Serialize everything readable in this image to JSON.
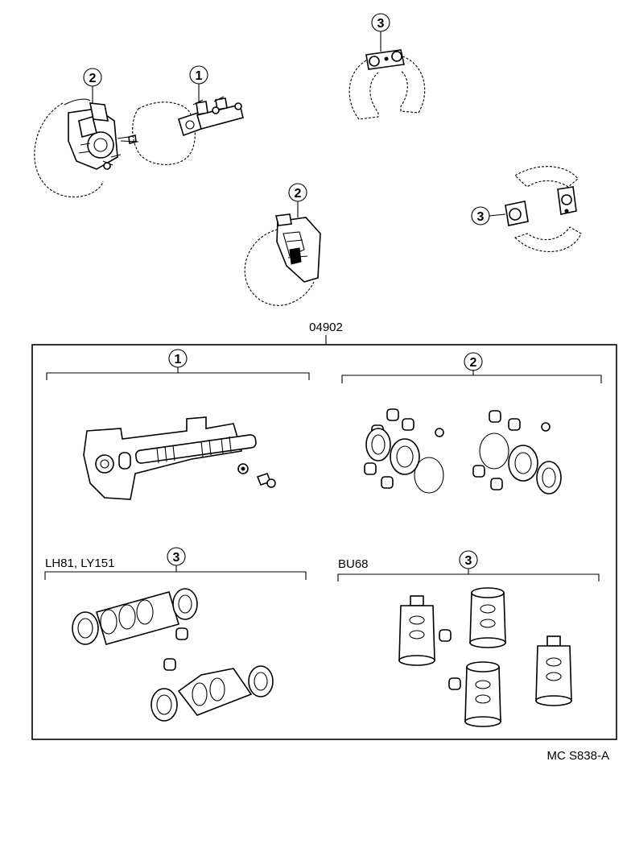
{
  "diagram": {
    "callouts": {
      "top_brake_a": "2",
      "top_master": "1",
      "top_shoe_a": "3",
      "mid_brake_b": "2",
      "mid_shoe_b": "3",
      "kit_master": "1",
      "kit_caliper": "2",
      "kit_wheel_lh": "3",
      "kit_wheel_bu": "3"
    },
    "kit_number": "04902",
    "variant_lh": "LH81, LY151",
    "variant_bu": "BU68",
    "drawing_code": "MC S838-A"
  }
}
